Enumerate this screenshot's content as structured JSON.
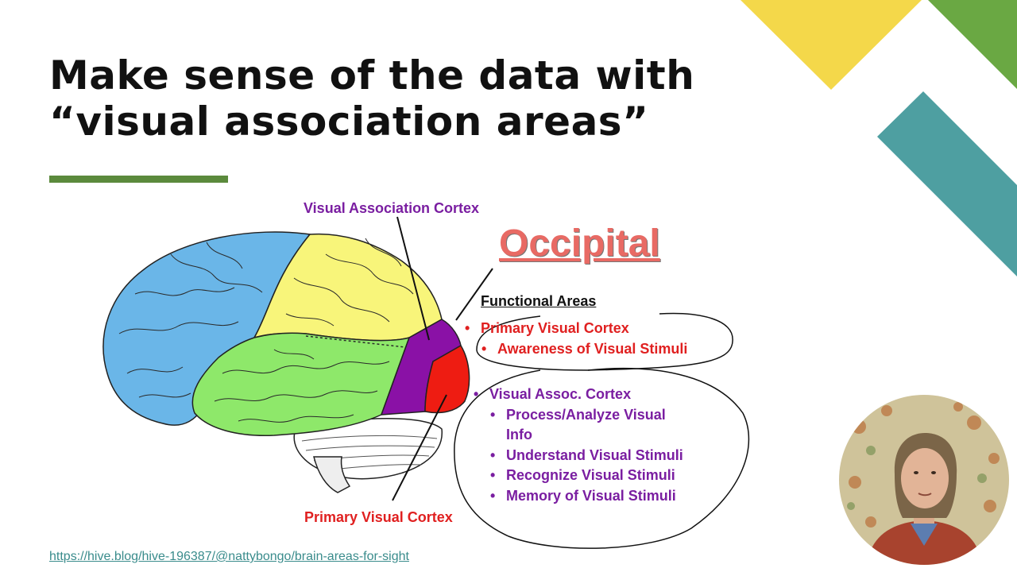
{
  "title": {
    "line1": "Make sense of the data with",
    "line2": "“visual association areas”"
  },
  "colors": {
    "accent_green": "#5b8a3c",
    "deco_yellow": "#f4d84a",
    "deco_green": "#6aa843",
    "deco_teal": "#4e9fa1",
    "label_purple": "#7a1ea1",
    "label_red": "#e02020",
    "occipital": "#e86a64",
    "link": "#3a8c8c"
  },
  "diagram": {
    "label_association": "Visual Association Cortex",
    "label_primary": "Primary Visual Cortex",
    "heading": "Occipital",
    "functional_heading": "Functional Areas",
    "primary_item": "Primary Visual Cortex",
    "primary_sub": [
      "Awareness of Visual Stimuli"
    ],
    "assoc_item": "Visual Assoc. Cortex",
    "assoc_subs": [
      "Process/Analyze Visual",
      "Info",
      "Understand Visual Stimuli",
      "Recognize Visual Stimuli",
      "Memory of Visual Stimuli"
    ],
    "bullet": "•"
  },
  "source_link": "https://hive.blog/hive-196387/@nattybongo/brain-areas-for-sight",
  "icons": {
    "webcam": "presenter-video"
  }
}
